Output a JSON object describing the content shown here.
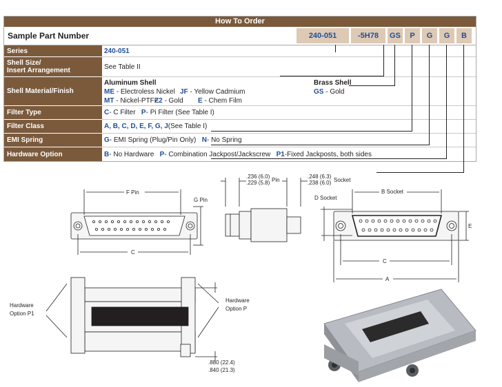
{
  "table": {
    "title": "How To Order",
    "sample_label": "Sample Part Number",
    "codes": [
      "240-051",
      "-5H78",
      "GS",
      "P",
      "G",
      "G",
      "B"
    ],
    "rows": {
      "series": {
        "label": "Series",
        "value": "240-051"
      },
      "shell_size": {
        "label1": "Shell Size/",
        "label2": "Insert Arrangement",
        "value": "See Table II"
      },
      "material": {
        "label": "Shell Material/Finish",
        "aluminum_title": "Aluminum Shell",
        "me_code": "ME",
        "me_text": " - Electroless Nickel",
        "jf_code": "JF",
        "jf_text": " - Yellow Cadmium",
        "mt_code": "MT",
        "mt_text": " - Nickel-PTFE",
        "z2_code": "Z2",
        "z2_text": " - Gold",
        "e_code": "E",
        "e_text": " - Chem Film",
        "brass_title": "Brass Shell",
        "gs_code": "GS",
        "gs_text": " - Gold"
      },
      "filter_type": {
        "label": "Filter Type",
        "c_code": "C",
        "c_text": " - C Filter",
        "p_code": "P",
        "p_text": " - Pi Filter (See Table I)"
      },
      "filter_class": {
        "label": "Filter Class",
        "codes": "A, B, C, D, E, F, G, J",
        "text": " (See Table I)"
      },
      "emi_spring": {
        "label": "EMI Spring",
        "g_code": "G",
        "g_text": " - EMI Spring (Plug/Pin Only)",
        "n_code": "N",
        "n_text": " - No Spring"
      },
      "hardware": {
        "label": "Hardware Option",
        "b_code": "B",
        "b_text": " - No Hardware",
        "p_code": "P",
        "p_text": " - Combination Jackpost/Jackscrew",
        "p1_code": "P1",
        "p1_text": " -Fixed Jackposts, both sides"
      }
    }
  },
  "drawing": {
    "f_pin": "F Pin",
    "g_pin": "G Pin",
    "c1": "C",
    "dim_236": ".236 (6.0)",
    "dim_229": ".229 (5.8)",
    "pin": "Pin",
    "dim_248": ".248 (6.3)",
    "dim_238": ".238 (6.0)",
    "socket": "Socket",
    "b_socket": "B Socket",
    "d_socket": "D Socket",
    "e": "E",
    "c2": "C",
    "a": "A",
    "hw_p1_1": "Hardware",
    "hw_p1_2": "Option P1",
    "hw_p_1": "Hardware",
    "hw_p_2": "Option P",
    "dim_880": ".880 (22.4)",
    "dim_840": ".840 (21.3)"
  }
}
